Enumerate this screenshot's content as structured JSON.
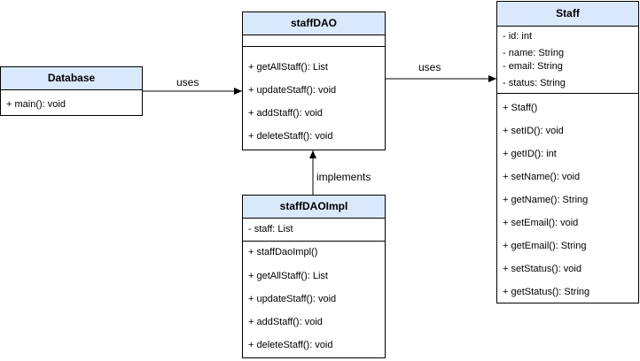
{
  "database": {
    "name": "Database",
    "methods": [
      "+ main(): void"
    ]
  },
  "staffDAO": {
    "name": "staffDAO",
    "methods": [
      "+ getAllStaff(): List",
      "+ updateStaff(): void",
      "+ addStaff(): void",
      "+ deleteStaff(): void"
    ]
  },
  "staffDAOImpl": {
    "name": "staffDAOImpl",
    "attributes": [
      "- staff: List"
    ],
    "methods": [
      "+ staffDaoImpl()",
      "+ getAllStaff(): List",
      "+ updateStaff(): void",
      "+ addStaff(): void",
      "+ deleteStaff(): void"
    ]
  },
  "staff": {
    "name": "Staff",
    "attributes": [
      "- id: int",
      "- name: String",
      "- email: String",
      "- status: String"
    ],
    "methods": [
      "+ Staff()",
      "+ setID(): void",
      "+ getID(): int",
      "+ setName(): void",
      "+ getName(): String",
      "+ setEmail(): void",
      "+ getEmail(): String",
      "+ setStatus(): void",
      "+ getStatus(): String"
    ]
  },
  "edges": {
    "db_to_dao": "uses",
    "dao_to_staff": "uses",
    "impl_to_dao": "implements"
  }
}
